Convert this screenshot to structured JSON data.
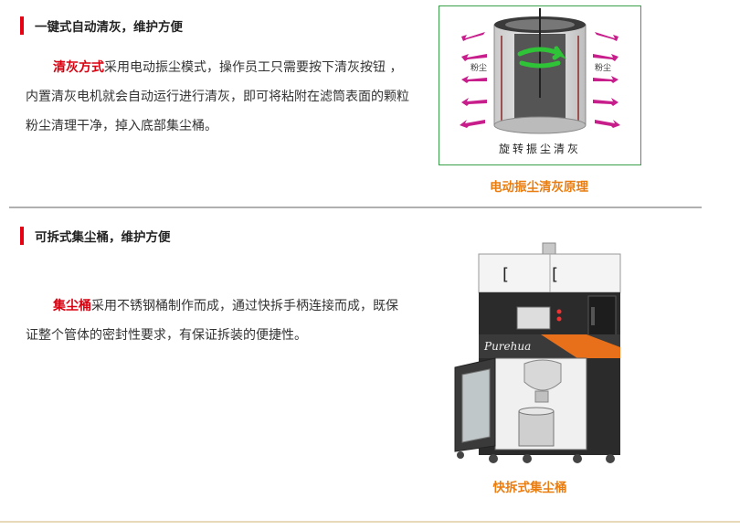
{
  "section1": {
    "title": "一键式自动清灰，维护方便",
    "highlight": "清灰方式",
    "body": "采用电动振尘模式，操作员工只需要按下清灰按钮 ，内置清灰电机就会自动运行进行清灰，即可将粘附在滤筒表面的颗粒粉尘清理干净，掉入底部集尘桶。",
    "figure": {
      "label_left": "粉尘",
      "label_right": "粉尘",
      "bottom_text": "旋转振尘清灰"
    },
    "caption": "电动振尘清灰原理"
  },
  "section2": {
    "title": "可拆式集尘桶，维护方便",
    "highlight": "集尘桶",
    "body": "采用不锈钢桶制作而成，通过快拆手柄连接而成，既保证整个管体的密封性要求，有保证拆装的便捷性。",
    "figure": {
      "brand": "Purehua"
    },
    "caption": "快拆式集尘桶"
  },
  "colors": {
    "accent_red": "#e60012",
    "caption_orange": "#ea7d10",
    "arrow_magenta": "#c81e8c",
    "frame_green": "#3aa04a"
  }
}
